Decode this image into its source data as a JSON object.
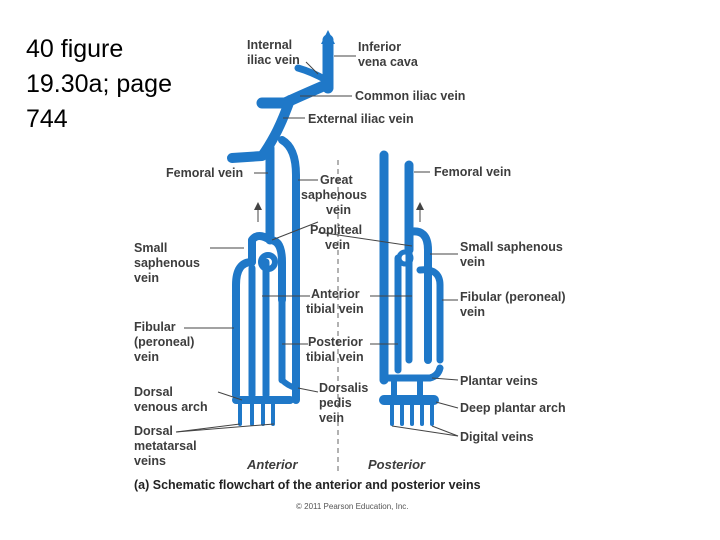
{
  "slide": {
    "title_lines": [
      "40 figure",
      "19.30a; page",
      "744"
    ]
  },
  "labels": {
    "internal_iliac": [
      "Internal",
      "iliac vein"
    ],
    "inferior_vena_cava": [
      "Inferior",
      "vena cava"
    ],
    "common_iliac": "Common iliac vein",
    "external_iliac": "External iliac vein",
    "femoral_left": "Femoral vein",
    "femoral_right": "Femoral vein",
    "great_saphenous": [
      "Great",
      "saphenous",
      "vein"
    ],
    "popliteal": [
      "Popliteal",
      "vein"
    ],
    "small_saphenous_left": [
      "Small",
      "saphenous",
      "vein"
    ],
    "small_saphenous_right": [
      "Small saphenous",
      "vein"
    ],
    "anterior_tibial": [
      "Anterior",
      "tibial vein"
    ],
    "fibular_left": [
      "Fibular",
      "(peroneal)",
      "vein"
    ],
    "fibular_right": [
      "Fibular (peroneal)",
      "vein"
    ],
    "posterior_tibial": [
      "Posterior",
      "tibial vein"
    ],
    "dorsal_venous_arch": [
      "Dorsal",
      "venous arch"
    ],
    "dorsalis_pedis": [
      "Dorsalis",
      "pedis",
      "vein"
    ],
    "dorsal_metatarsal": [
      "Dorsal",
      "metatarsal",
      "veins"
    ],
    "plantar_veins": "Plantar veins",
    "deep_plantar_arch": "Deep plantar arch",
    "digital_veins": "Digital veins"
  },
  "views": {
    "anterior": "Anterior",
    "posterior": "Posterior"
  },
  "caption": "(a) Schematic flowchart of the anterior and posterior veins",
  "copyright": "© 2011 Pearson Education, Inc.",
  "colors": {
    "vein": "#1f78c8",
    "label_text": "#3d3d3d"
  }
}
